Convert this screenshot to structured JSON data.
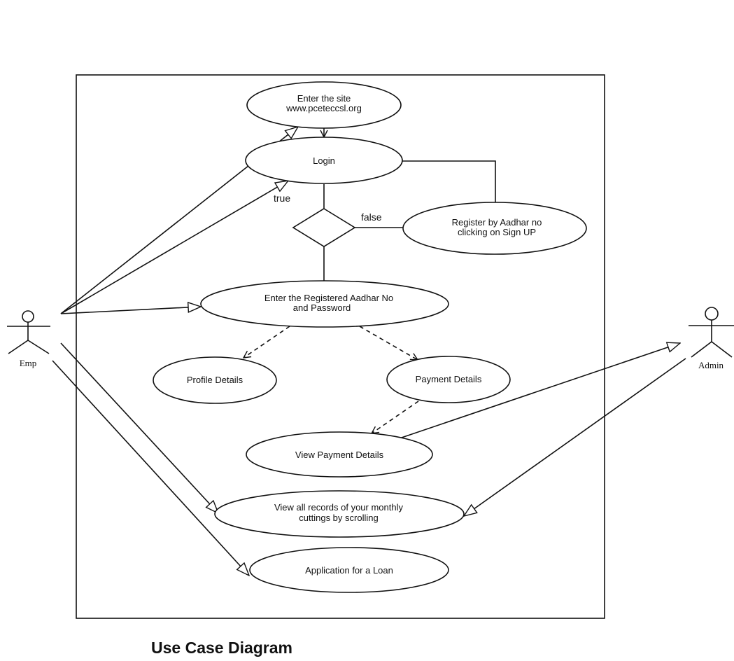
{
  "caption": "Use Case Diagram",
  "actors": {
    "emp": "Emp",
    "admin": "Admin"
  },
  "guards": {
    "true_label": "true",
    "false_label": "false"
  },
  "use_cases": {
    "enter_site": [
      "Enter the site",
      "www.pceteccsl.org"
    ],
    "login": [
      "Login"
    ],
    "register": [
      "Register by Aadhar no",
      "clicking on Sign UP"
    ],
    "enter_credentials": [
      "Enter the Registered Aadhar No",
      "and Password"
    ],
    "profile_details": [
      "Profile Details"
    ],
    "payment_details": [
      "Payment Details"
    ],
    "view_payment_details": [
      "View Payment Details"
    ],
    "view_records": [
      "View all records of your monthly",
      "cuttings by scrolling"
    ],
    "apply_loan": [
      "Application for a Loan"
    ]
  }
}
